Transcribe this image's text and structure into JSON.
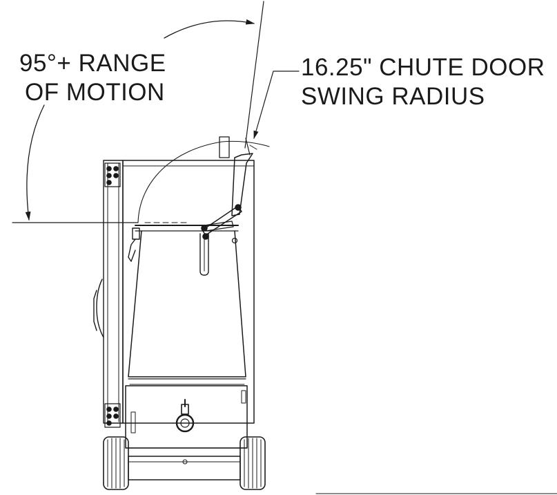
{
  "annotations": {
    "range_of_motion": {
      "line1": "95°+ RANGE",
      "line2": "OF MOTION"
    },
    "swing_radius": {
      "line1": "16.25\" CHUTE DOOR",
      "line2": "SWING RADIUS"
    }
  },
  "colors": {
    "ink": "#1a1a1a",
    "background": "#ffffff"
  }
}
